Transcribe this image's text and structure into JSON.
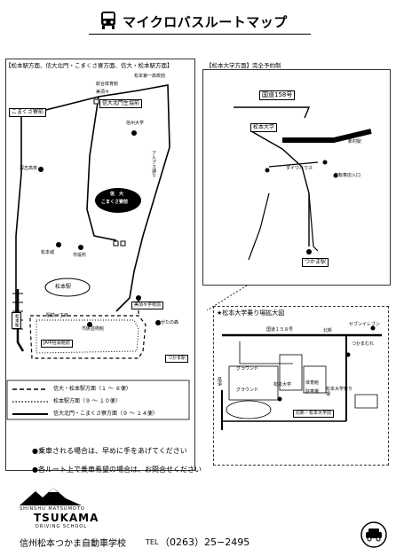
{
  "header": {
    "title": "マイクロバスルートマップ"
  },
  "left_map": {
    "caption": "【松本駅方面、信大北門・こまくさ寮方面、信大・松本駅方面】",
    "labels": {
      "matsumoto_ichiko": "松本第一高校前",
      "sogo_taiikukan": "総合体育館",
      "kitamon_mae": "信大北門生協前",
      "shindai": "信州大学",
      "bizakai": "美須々",
      "komakusa_ryo": "こまくさ寮前",
      "fukashi_ko": "深志高校",
      "shindai_ryo_1": "信　大",
      "shindai_ryo_2": "こまくさ寮前",
      "matsumoto_jo": "松本城",
      "shiyakusho": "市役所",
      "road_name": "アルプス通り",
      "matsumoto_eki": "松本駅",
      "gakko_mae": "美須々学校前",
      "ekimae_1": "駅前一丁目",
      "shimin_geijutsukan": "市民芸術館",
      "agata_no_mori": "あがたの森",
      "ja_chuo": "JA中信会館前",
      "tsukama_eki": "つかま駅",
      "sanbashi": "松本駅"
    },
    "legend": [
      "信大・松本駅方面（１ ～ ８便）",
      "松本駅方面（９ ～ １０便）",
      "信大北門・こまくさ寮方面（９ ～ １４便）"
    ]
  },
  "right_map": {
    "caption": "【松本大学方面】完全予約制",
    "labels": {
      "route158": "国道158号",
      "matsumoto_daigaku": "松本大学",
      "shinmura_eki": "新村駅",
      "daiwa_house": "ダイワハウス",
      "jidosha_center": "自転車店入口",
      "tsukama_eki": "つかま駅"
    }
  },
  "inset": {
    "title": "★松本大学乗り場拡大図",
    "labels": {
      "route158": "国道１５８号",
      "seven_eleven": "セブンイレブン",
      "kitasho": "北新",
      "tsukama_store": "つかまむれ",
      "ground": "グラウンド",
      "daigaku": "松本大学",
      "noriba": "松本大学乗り場",
      "gym": "体育館",
      "parking": "駐車場",
      "station_bottom": "北新・松本大学前",
      "ground2": "グラウンド",
      "kenmichi": "県道"
    }
  },
  "notes": [
    "●乗車される場合は、早めに手をあげてください",
    "●各ルート上で乗車希望の場合は、お問合せください"
  ],
  "footer": {
    "logo_line1": "SHINSHU MATSUMOTO",
    "logo_line2": "TSUKAMA",
    "logo_line3": "DRIVING SCHOOL",
    "school_name": "信州松本つかま自動車学校",
    "tel_label": "TEL",
    "tel_number": "（0263）25−2495"
  }
}
